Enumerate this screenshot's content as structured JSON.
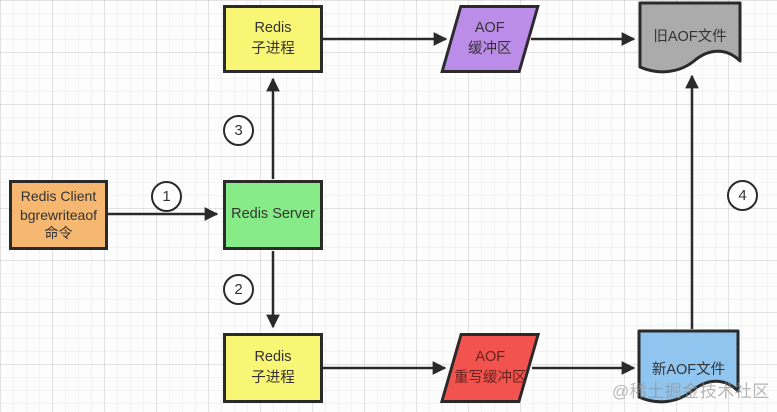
{
  "nodes": {
    "redis_child_top": {
      "label": "Redis\n子进程"
    },
    "aof_buffer": {
      "label": "AOF\n缓冲区"
    },
    "old_aof_file": {
      "label": "旧AOF文件"
    },
    "redis_client": {
      "label": "Redis Client\nbgrewriteaof\n命令"
    },
    "redis_server": {
      "label": "Redis Server"
    },
    "redis_child_bottom": {
      "label": "Redis\n子进程"
    },
    "aof_rewrite_buffer": {
      "label": "AOF\n重写缓冲区"
    },
    "new_aof_file": {
      "label": "新AOF文件"
    }
  },
  "steps": {
    "s1": "1",
    "s2": "2",
    "s3": "3",
    "s4": "4"
  },
  "watermark": "@稀土掘金技术社区",
  "colors": {
    "yellow_box": "#FAF675",
    "green_box": "#87EC87",
    "orange_box": "#F6B771",
    "purple_shape": "#BB8CE8",
    "red_shape": "#F2534F",
    "red_shape_text": "#6B221E",
    "gray_document": "#ABABAB",
    "blue_document": "#90C5F0",
    "line": "#2A2A2A"
  }
}
